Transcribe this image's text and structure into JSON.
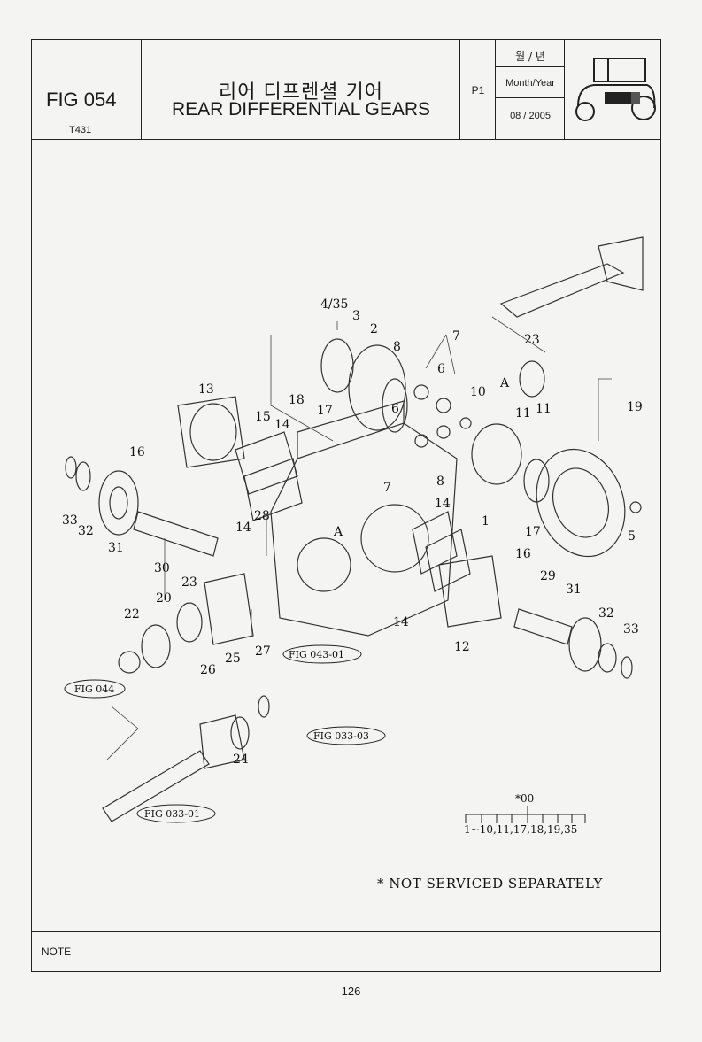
{
  "header": {
    "fig_number": "FIG 054",
    "model": "T431",
    "title_korean": "리어 디프렌셜 기어",
    "title_english": "REAR DIFFERENTIAL GEARS",
    "page_code": "P1",
    "date_label_korean": "월 / 년",
    "date_label_english": "Month/Year",
    "date_value": "08 / 2005",
    "illustration_icon": "tractor-icon"
  },
  "diagram": {
    "part_callouts": [
      "4/35",
      "3",
      "2",
      "8",
      "7",
      "6",
      "10",
      "23",
      "A",
      "11",
      "11",
      "19",
      "13",
      "18",
      "17",
      "15",
      "14",
      "16",
      "6",
      "7",
      "8",
      "33",
      "32",
      "31",
      "28",
      "14",
      "30",
      "A",
      "14",
      "1",
      "17",
      "5",
      "23",
      "20",
      "22",
      "26",
      "25",
      "27",
      "16",
      "29",
      "31",
      "32",
      "33",
      "14",
      "12",
      "24"
    ],
    "figure_references": [
      "FIG 043-01",
      "FIG 044",
      "FIG 033-03",
      "FIG 033-01"
    ],
    "kit_marker": "*00",
    "kit_range": "1~10,11,17,18,19,35",
    "footnote": "* NOT SERVICED SEPARATELY"
  },
  "note": {
    "label": "NOTE",
    "text": ""
  },
  "page_number": "126"
}
